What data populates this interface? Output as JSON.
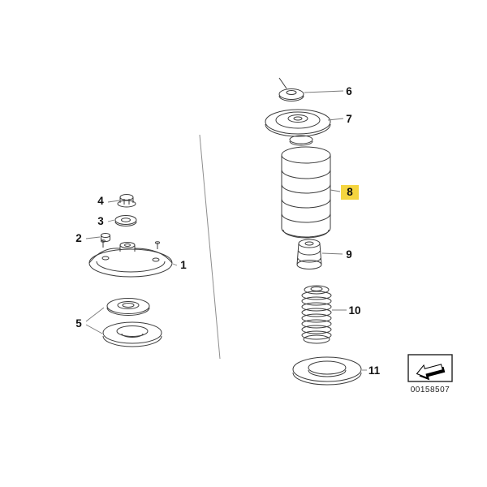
{
  "diagram": {
    "parts": [
      {
        "label": "1"
      },
      {
        "label": "2"
      },
      {
        "label": "3"
      },
      {
        "label": "4"
      },
      {
        "label": "5"
      },
      {
        "label": "6"
      },
      {
        "label": "7"
      },
      {
        "label": "8"
      },
      {
        "label": "9"
      },
      {
        "label": "10"
      },
      {
        "label": "11"
      }
    ],
    "highlighted_label": "8",
    "highlight_color": "#F5D53F",
    "code": "00158507"
  }
}
